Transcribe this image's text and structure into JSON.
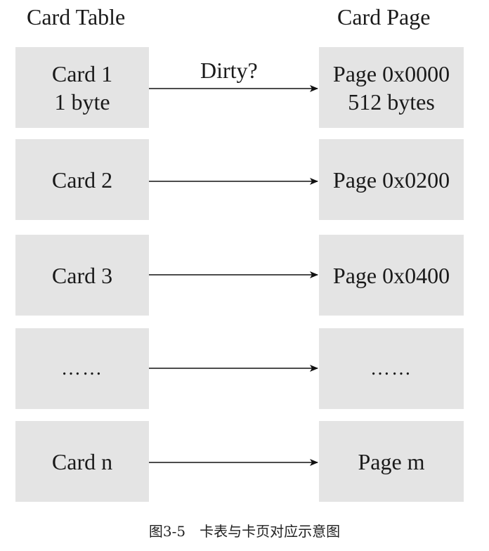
{
  "headers": {
    "left": "Card Table",
    "right": "Card Page"
  },
  "arrow_label": "Dirty?",
  "cards": [
    {
      "line1": "Card 1",
      "line2": "1 byte"
    },
    {
      "line1": "Card 2",
      "line2": ""
    },
    {
      "line1": "Card 3",
      "line2": ""
    },
    {
      "line1": "……",
      "line2": ""
    },
    {
      "line1": "Card n",
      "line2": ""
    }
  ],
  "pages": [
    {
      "line1": "Page 0x0000",
      "line2": "512 bytes"
    },
    {
      "line1": "Page 0x0200",
      "line2": ""
    },
    {
      "line1": "Page 0x0400",
      "line2": ""
    },
    {
      "line1": "……",
      "line2": ""
    },
    {
      "line1": "Page m",
      "line2": ""
    }
  ],
  "caption": "图3-5　卡表与卡页对应示意图",
  "colors": {
    "box_fill": "#e4e4e4",
    "text": "#1a1a1a",
    "arrow": "#111111"
  }
}
